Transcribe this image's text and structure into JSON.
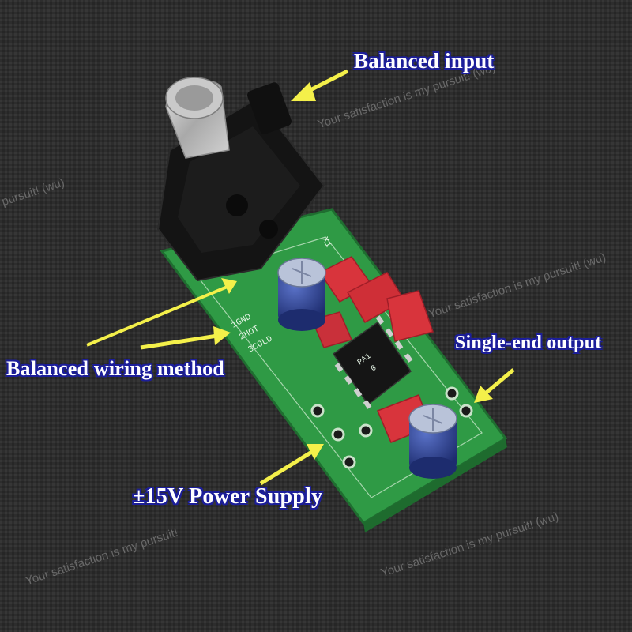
{
  "callouts": {
    "balanced_input": "Balanced input",
    "balanced_wiring": "Balanced wiring method",
    "single_end_output": "Single-end output",
    "power_supply": "±15V Power Supply"
  },
  "board_silk": {
    "pin1": "1GND",
    "pin2": "2HOT",
    "pin3": "3COLD",
    "connector_ref": "X1",
    "chip_line1": "PA1",
    "chip_line2": "0"
  },
  "watermarks": [
    "Your satisfaction is my pursuit!  (wu)",
    "pursuit!  (wu)",
    "Your satisfaction is my pursuit!  (wu)",
    "Your satisfaction is my pursuit!",
    "Your satisfaction is my pursuit!  (wu)"
  ],
  "colors": {
    "callout_text": "#ffffff",
    "callout_outline": "#1c1e9a",
    "arrow": "#f4f04a",
    "pcb": "#2f9a45",
    "capacitor": "#2b3f8c",
    "film_cap": "#d8343c"
  }
}
